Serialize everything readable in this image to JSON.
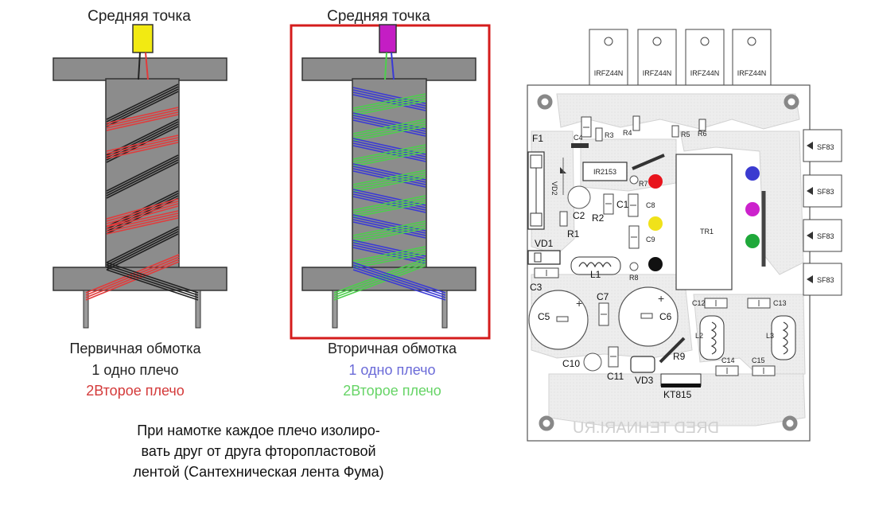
{
  "left_coil": {
    "top_label": "Средняя точка",
    "title": "Первичная обмотка",
    "arm1": "1 одно плечо",
    "arm2": "2Второе плечо"
  },
  "right_coil": {
    "top_label": "Средняя точка",
    "title": "Вторичная обмотка",
    "arm1": "1 одно плечо",
    "arm2": "2Второе плечо"
  },
  "note": {
    "line1": "При намотке каждое плечо изолиро-",
    "line2": "вать друг от друга фторопластовой",
    "line3": "лентой (Сантехническая лента Фума)"
  },
  "colors": {
    "primary_wire": "#e23b3b",
    "secondary_arm1": "#3a3ad6",
    "secondary_arm2": "#4ccf4c",
    "core": "#8c8c8c",
    "left_midpoint": "#f2ea12",
    "right_midpoint": "#c41dc4",
    "frame": "#d41c1c"
  },
  "pcb": {
    "transistors": [
      "IRFZ44N",
      "IRFZ44N",
      "IRFZ44N",
      "IRFZ44N"
    ],
    "diodes": [
      "SF83",
      "SF83",
      "SF83",
      "SF83"
    ],
    "labels": {
      "f1": "F1",
      "vd2": "VD2",
      "c4": "C4",
      "r3": "R3",
      "r4": "R4",
      "r5": "R5",
      "r6": "R6",
      "ic": "IR2153",
      "r7": "R7",
      "c2": "C2",
      "c1": "C1",
      "r2": "R2",
      "c8": "C8",
      "c9": "C9",
      "r1": "R1",
      "vd1": "VD1",
      "l1": "L1",
      "r8": "R8",
      "c3": "C3",
      "tr1": "TR1",
      "c5": "C5",
      "c7": "C7",
      "c6": "C6",
      "c12": "C12",
      "c13": "C13",
      "l2": "L2",
      "l3": "L3",
      "c10": "C10",
      "c11": "C11",
      "r9": "R9",
      "vd3": "VD3",
      "c14": "C14",
      "c15": "C15",
      "kt": "KT815"
    },
    "watermark": "DRED TEHNARI.RU",
    "led_colors": [
      "#e8141c",
      "#f0e21a",
      "#111111",
      "#3b3bd0",
      "#cc22cc",
      "#1fa83a"
    ]
  }
}
